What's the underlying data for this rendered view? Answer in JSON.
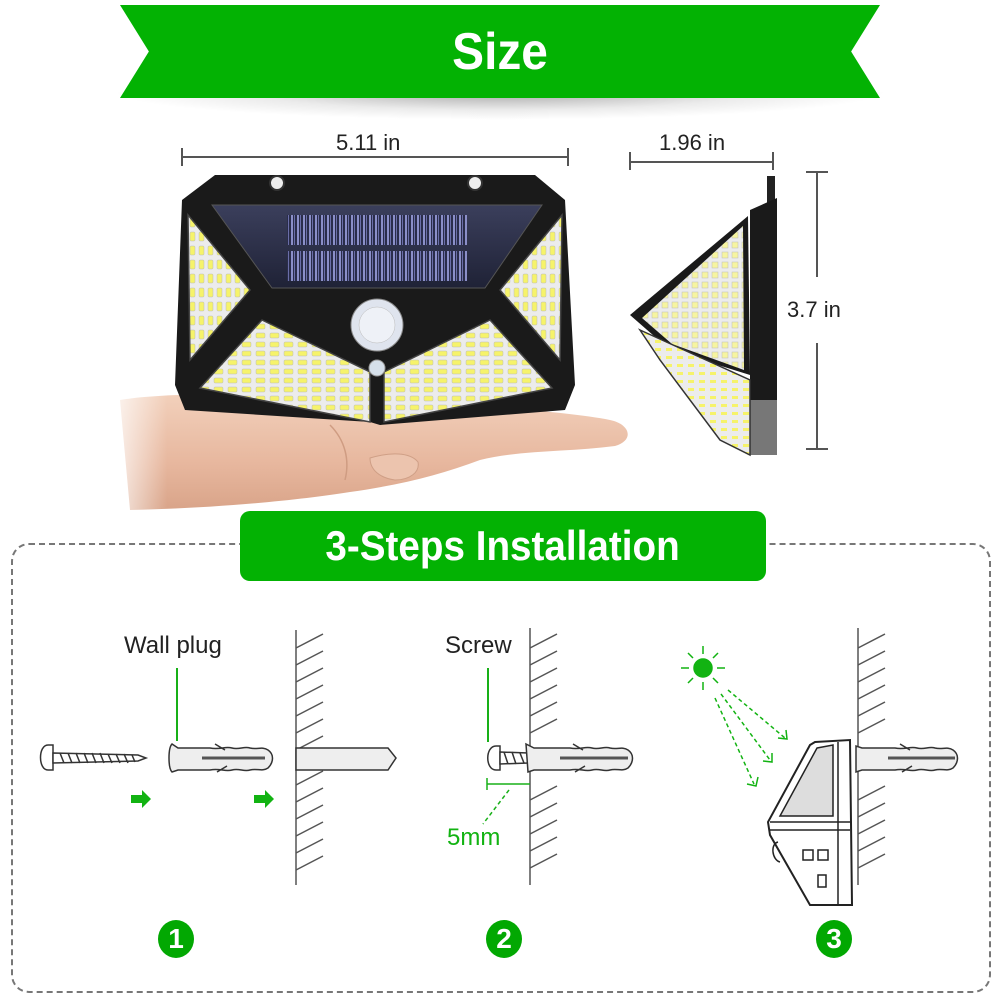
{
  "header": {
    "title": "Size"
  },
  "dimensions": {
    "width": "5.11 in",
    "depth": "1.96 in",
    "height": "3.7 in"
  },
  "installation": {
    "title": "3-Steps Installation",
    "steps": [
      {
        "number": "1",
        "label": "Wall plug"
      },
      {
        "number": "2",
        "label": "Screw",
        "measurement": "5mm"
      },
      {
        "number": "3"
      }
    ]
  },
  "colors": {
    "brand_green": "#03b203",
    "label_green": "#12b312",
    "line_gray": "#555555",
    "device_black": "#1a1a1a"
  },
  "icons": [
    "sun-icon",
    "arrow-right-icon",
    "screw-icon",
    "wall-plug-icon",
    "wall-icon",
    "solar-light-icon"
  ]
}
